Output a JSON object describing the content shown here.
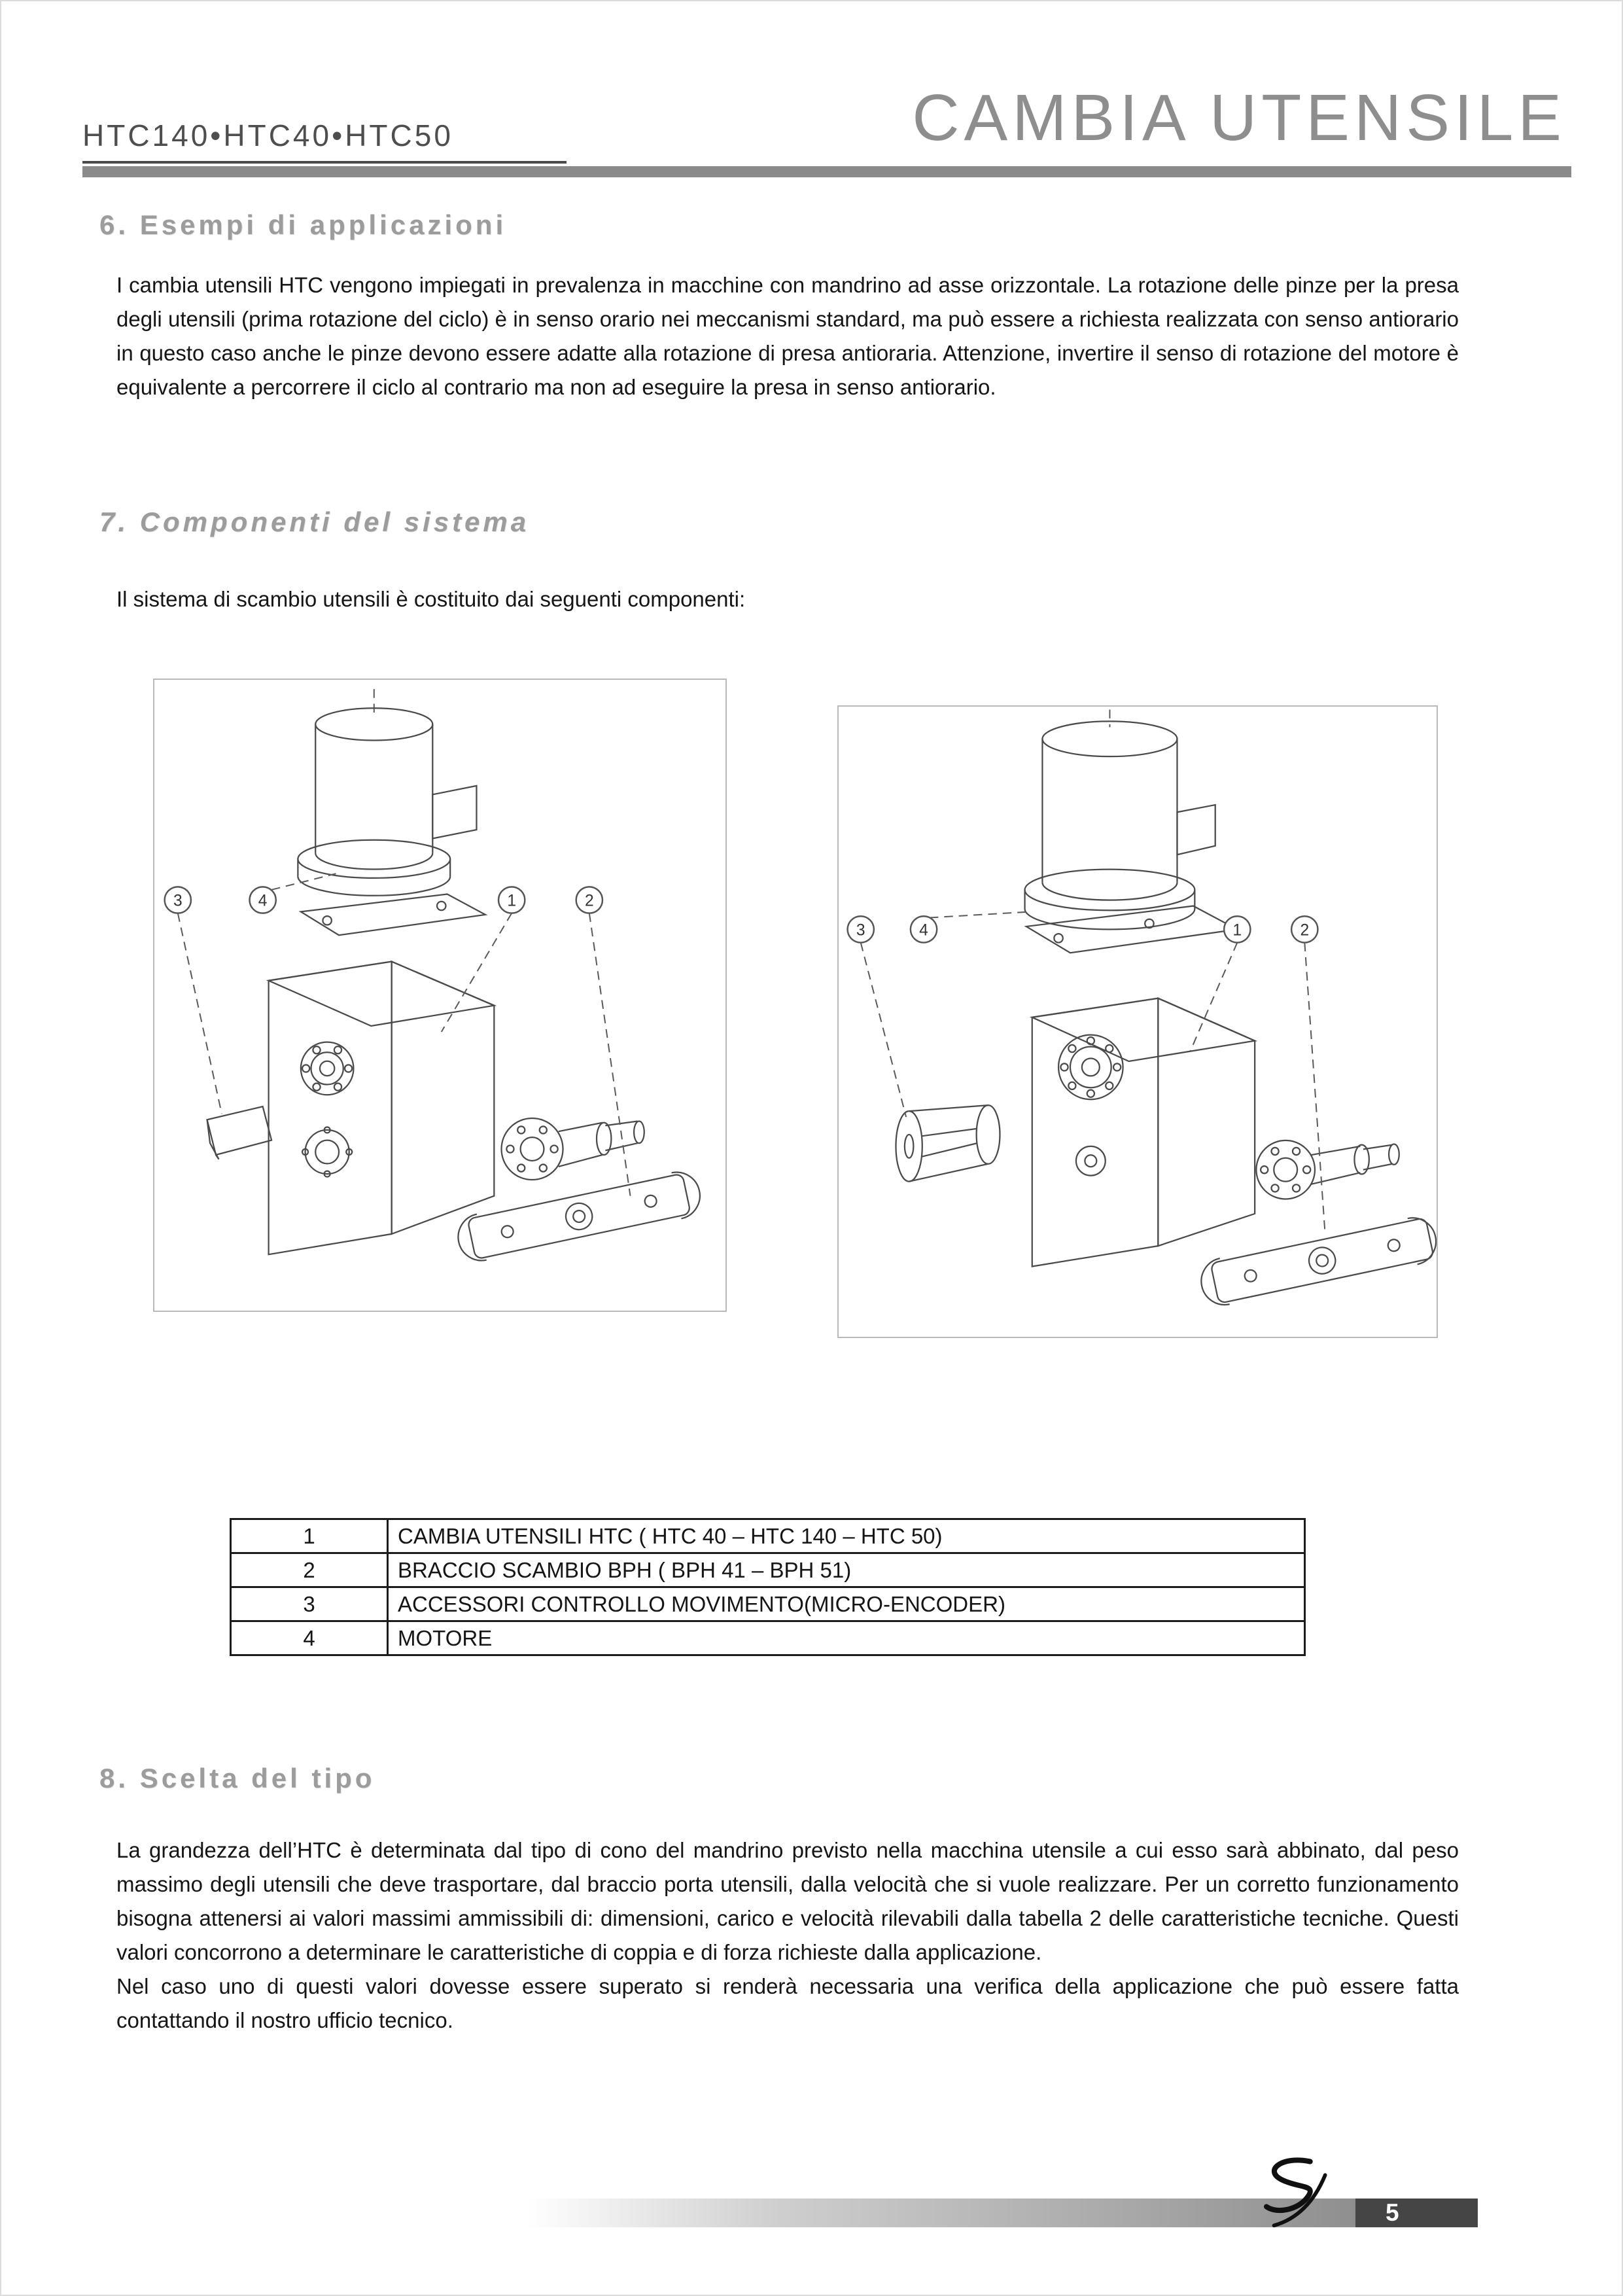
{
  "header": {
    "models": "HTC140•HTC40•HTC50",
    "title": "CAMBIA UTENSILE"
  },
  "sections": {
    "s6": {
      "heading": "6. Esempi di applicazioni",
      "body": "I cambia utensili HTC vengono impiegati in prevalenza in macchine con mandrino ad asse orizzontale. La rotazione delle pinze per la presa degli utensili (prima rotazione del ciclo) è in senso orario nei meccanismi standard, ma può essere a richiesta realizzata con senso antiorario in questo caso anche le pinze devono essere adatte alla rotazione di presa antioraria. Attenzione, invertire il senso di rotazione del motore è equivalente a percorrere il ciclo al contrario ma non ad eseguire la presa in senso antiorario."
    },
    "s7": {
      "heading": "7. Componenti del sistema",
      "intro": "Il sistema di scambio utensili è costituito dai seguenti componenti:",
      "figures": {
        "left": {
          "callouts": [
            "3",
            "4",
            "1",
            "2"
          ]
        },
        "right": {
          "callouts": [
            "3",
            "4",
            "1",
            "2"
          ]
        }
      }
    },
    "components_table": {
      "rows": [
        {
          "num": "1",
          "desc": "CAMBIA UTENSILI HTC ( HTC 40 – HTC 140 – HTC 50)"
        },
        {
          "num": "2",
          "desc": "BRACCIO SCAMBIO BPH ( BPH 41 – BPH 51)"
        },
        {
          "num": "3",
          "desc": "ACCESSORI CONTROLLO MOVIMENTO(MICRO-ENCODER)"
        },
        {
          "num": "4",
          "desc": "MOTORE"
        }
      ]
    },
    "s8": {
      "heading": "8. Scelta del tipo",
      "body1": "La grandezza dell’HTC è determinata dal tipo di cono del mandrino previsto nella macchina utensile a cui esso sarà abbinato, dal peso massimo degli utensili che deve trasportare, dal braccio porta utensili, dalla velocità che si vuole realizzare. Per un corretto funzionamento bisogna attenersi ai valori massimi ammissibili di: dimensioni, carico e velocità rilevabili dalla tabella 2 delle caratteristiche tecniche. Questi valori concorrono a determinare le caratteristiche di coppia e di forza richieste dalla applicazione.",
      "body2": "Nel caso uno di questi valori dovesse essere superato si renderà necessaria una verifica della applicazione che può essere fatta contattando il nostro ufficio tecnico."
    }
  },
  "footer": {
    "page_number": "5",
    "logo_icon": "brand-swirl-logo"
  },
  "colors": {
    "heading_gray": "#9c9c9c",
    "header_bar_gray": "#8a8a8a",
    "footer_box_dark": "#454545",
    "drawing_stroke": "#4a4a4a"
  }
}
